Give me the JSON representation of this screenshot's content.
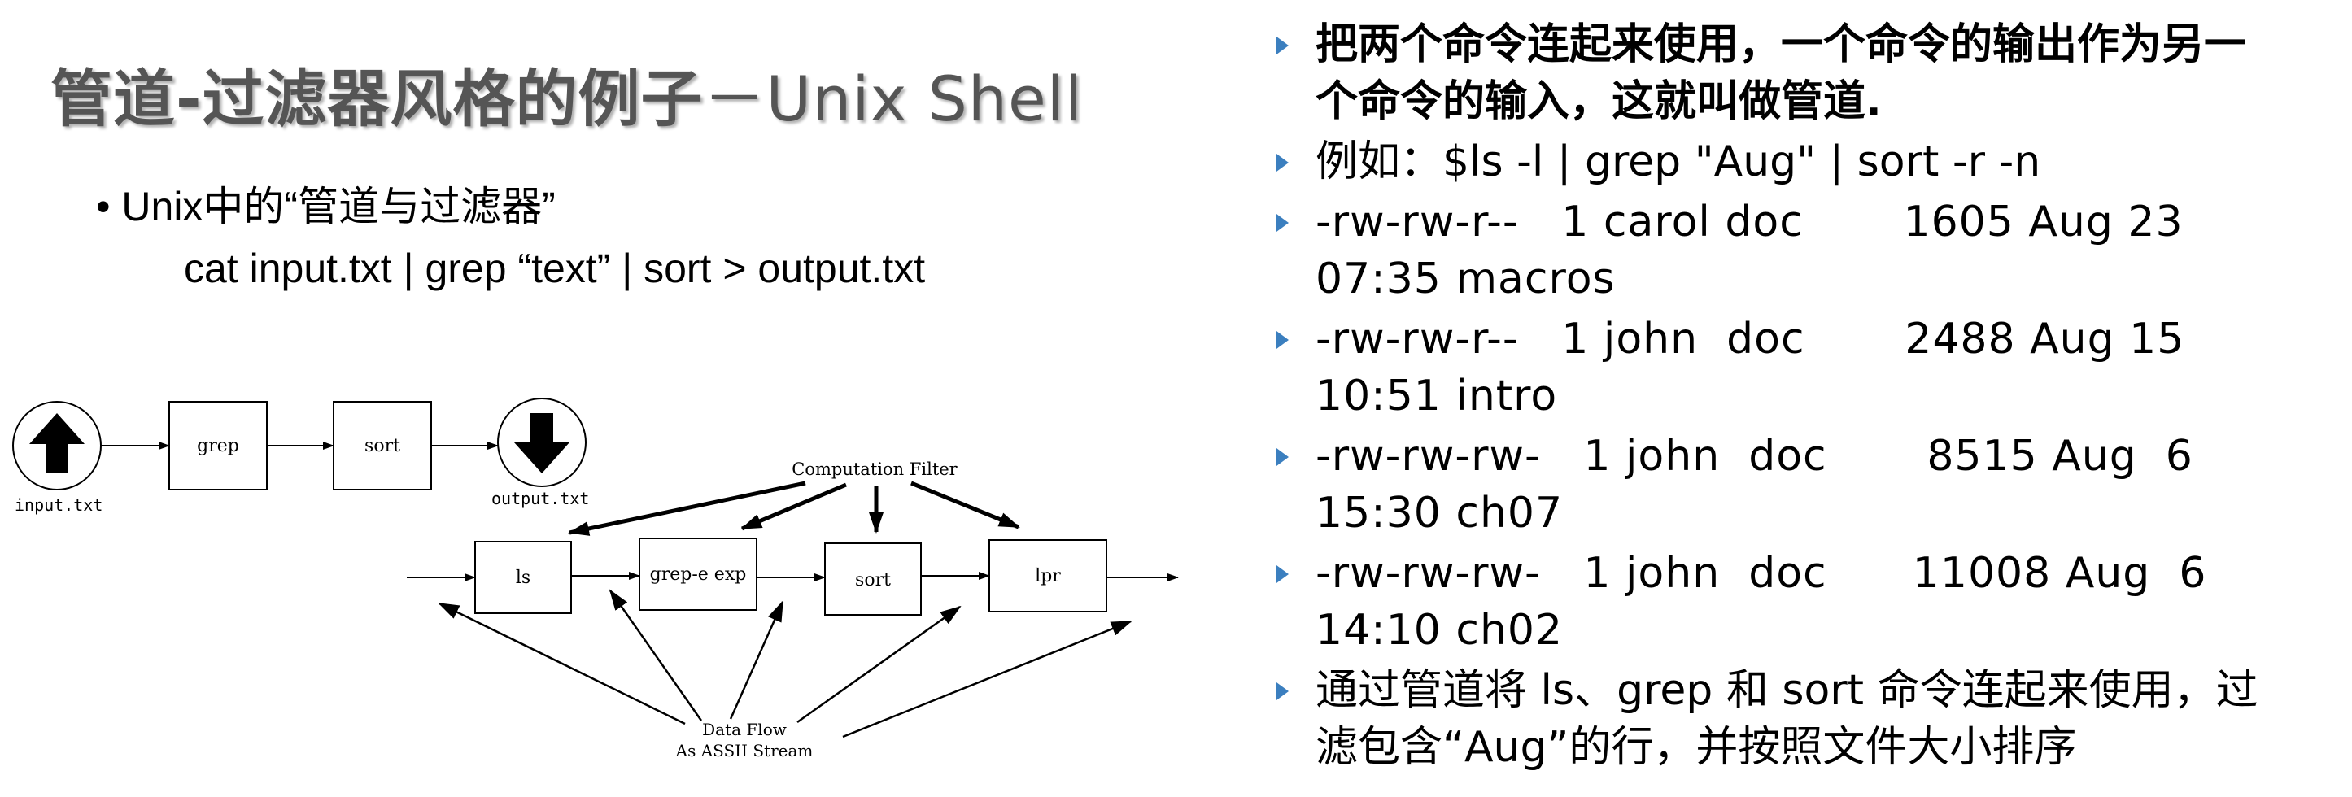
{
  "slide": {
    "title_cn": "管道-过滤器风格的例子",
    "title_sep": "－",
    "title_en": "Unix Shell",
    "bullet_main": "• Unix中的“管道与过滤器”",
    "command": "cat input.txt | grep “text” | sort > output.txt"
  },
  "diagram": {
    "top_pipeline": {
      "input_label": "input.txt",
      "output_label": "output.txt",
      "boxes": [
        "grep",
        "sort"
      ],
      "input_icon": "arrow-up-icon",
      "output_icon": "arrow-down-icon"
    },
    "bottom_pipeline": {
      "filter_label": "Computation Filter",
      "boxes": [
        "ls",
        "grep-e exp",
        "sort",
        "lpr"
      ],
      "data_flow_label_1": "Data Flow",
      "data_flow_label_2": "As ASSII Stream"
    }
  },
  "right_bullets": [
    {
      "lines": [
        "把两个命令连起来使用，一个命令的输出作为另一",
        "个命令的输入，这就叫做管道."
      ],
      "bold": true
    },
    {
      "lines": [
        "例如：$ls -l | grep \"Aug\" | sort -r -n"
      ],
      "bold": false
    },
    {
      "lines": [
        "-rw-rw-r--   1 carol doc       1605 Aug 23",
        "07:35 macros"
      ],
      "bold": false
    },
    {
      "lines": [
        "-rw-rw-r--   1 john  doc       2488 Aug 15",
        "10:51 intro"
      ],
      "bold": false
    },
    {
      "lines": [
        "-rw-rw-rw-   1 john  doc       8515 Aug  6",
        "15:30 ch07"
      ],
      "bold": false
    },
    {
      "lines": [
        "-rw-rw-rw-   1 john  doc      11008 Aug  6",
        "14:10 ch02"
      ],
      "bold": false
    },
    {
      "lines": [
        "通过管道将 ls、grep 和 sort 命令连起来使用，过",
        "滤包含“Aug”的行，并按照文件大小排序"
      ],
      "bold": false
    }
  ],
  "colors": {
    "title": "#555555",
    "bullet_marker": "#3b7fbf"
  }
}
